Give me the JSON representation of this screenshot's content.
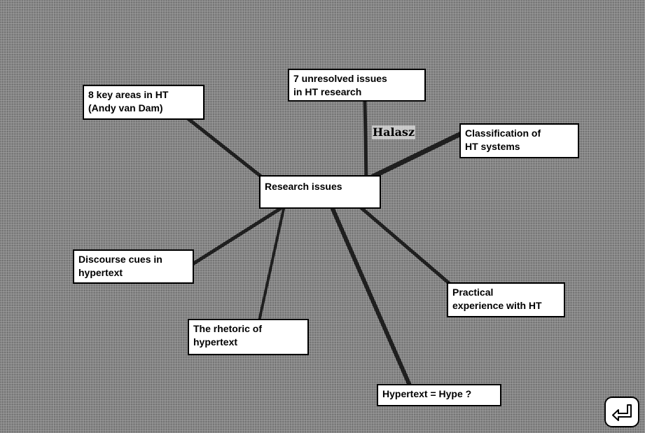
{
  "map": {
    "center": {
      "lines": [
        "Research issues"
      ]
    },
    "annotation": "Halasz",
    "nodes": {
      "van_dam": {
        "lines": [
          "8 key areas in HT",
          "(Andy van Dam)"
        ]
      },
      "unresolved": {
        "lines": [
          "7 unresolved issues",
          "in HT research"
        ]
      },
      "classification": {
        "lines": [
          "Classification of",
          "HT systems"
        ]
      },
      "discourse": {
        "lines": [
          "Discourse cues in",
          "hypertext"
        ]
      },
      "practical": {
        "lines": [
          "Practical",
          "experience with HT"
        ]
      },
      "rhetoric": {
        "lines": [
          "The rhetoric of",
          "hypertext"
        ]
      },
      "hype": {
        "lines": [
          "Hypertext = Hype ?"
        ]
      }
    }
  },
  "controls": {
    "return_icon": "return-arrow-icon"
  },
  "colors": {
    "background_gray": "#a9a9a9",
    "dither_dots": "#2a2a2a",
    "link_lines": "#1f1f1f",
    "node_fill": "#ffffff",
    "node_border": "#000000"
  }
}
